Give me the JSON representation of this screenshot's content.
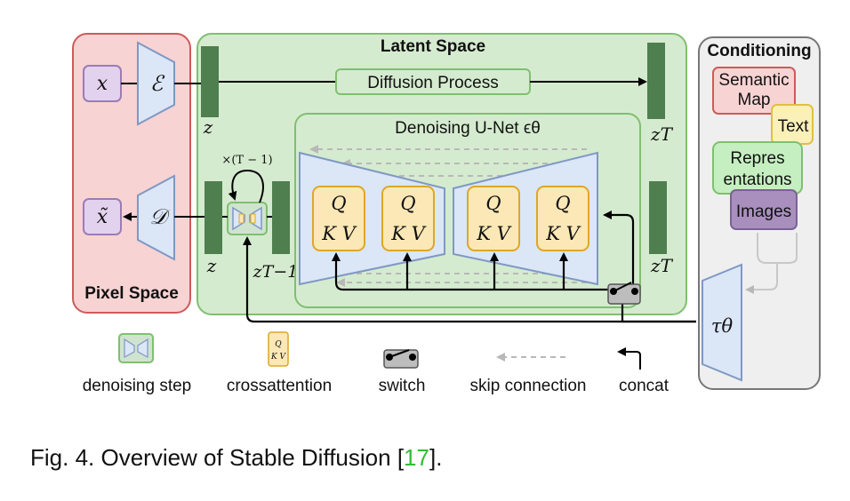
{
  "regions": {
    "pixel_space": "Pixel Space",
    "latent_space": "Latent Space",
    "conditioning": "Conditioning",
    "unet": "Denoising U-Net ϵθ"
  },
  "symbols": {
    "x": "x",
    "x_tilde": "x̃",
    "encoder": "ℰ",
    "decoder": "𝒟",
    "z_top": "z",
    "z_bottom": "z",
    "z_T_top": "zT",
    "z_T_bottom": "zT",
    "z_T_minus_1": "zT−1",
    "repeat": "×(T − 1)",
    "tau": "τθ"
  },
  "process": {
    "diffusion": "Diffusion Process"
  },
  "qkv": {
    "q": "Q",
    "kv": "K V"
  },
  "conditioning_items": [
    "Semantic Map",
    "Text",
    "Repres entations",
    "Images"
  ],
  "legend": [
    "denoising step",
    "crossattention",
    "switch",
    "skip connection",
    "concat"
  ],
  "caption": {
    "before": "Fig. 4. Overview of Stable Diffusion [",
    "ref": "17",
    "after": "]."
  },
  "colors": {
    "pixel_fill": "#f7d3d3",
    "pixel_stroke": "#cf5a5a",
    "latent_fill": "#d5ebcf",
    "latent_stroke": "#80bf70",
    "block_fill": "#dbe6f7",
    "block_stroke": "#7f98c4",
    "qkv_fill": "#fbe8b6",
    "qkv_stroke": "#e0a628",
    "cond_fill": "#efefef",
    "cond_stroke": "#777777",
    "latent_bar": "#4f7f4f"
  }
}
